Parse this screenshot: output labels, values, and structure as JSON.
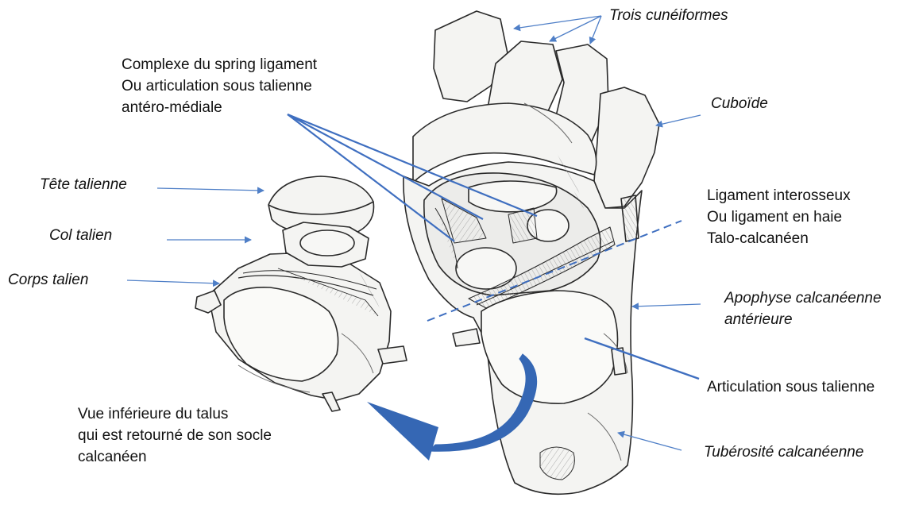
{
  "colors": {
    "arrow": "#4f7fc7",
    "big_arrow": "#3567b4",
    "bone_fill": "#f4f4f2",
    "bone_stroke": "#2a2a2a",
    "text": "#111111"
  },
  "labels": {
    "trois_cuneiformes": "Trois cunéiformes",
    "cuboide": "Cuboïde",
    "spring_ligament": [
      "Complexe du spring ligament",
      "Ou articulation sous talienne",
      "antéro-médiale"
    ],
    "tete_talienne": "Tête talienne",
    "col_talien": "Col talien",
    "corps_talien": "Corps talien",
    "ligament_interosseux": [
      "Ligament interosseux",
      "Ou ligament en haie",
      "Talo-calcanéen"
    ],
    "apophyse": [
      "Apophyse calcanéenne",
      "antérieure"
    ],
    "articulation_sous_talienne": "Articulation sous talienne",
    "tuberosite": "Tubérosité calcanéenne",
    "vue_inferieure": [
      "Vue inférieure du talus",
      "qui est retourné de son socle",
      "calcanéen"
    ]
  }
}
